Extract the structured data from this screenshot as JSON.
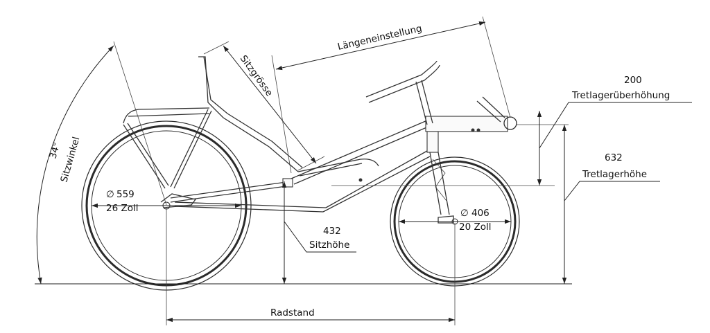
{
  "dimensions": {
    "seat_angle": {
      "value": "34°",
      "label": "Sitzwinkel"
    },
    "seat_size": {
      "label": "Sitzgrösse"
    },
    "length_adjust": {
      "label": "Längeneinstellung"
    },
    "bb_raise": {
      "value": "200",
      "label": "Tretlagerüberhöhung"
    },
    "bb_height": {
      "value": "632",
      "label": "Tretlagerhöhe"
    },
    "seat_height": {
      "value": "432",
      "label": "Sitzhöhe"
    },
    "rear_wheel": {
      "diameter": "559",
      "size": "26 Zoll"
    },
    "front_wheel": {
      "diameter": "406",
      "size": "20 Zoll"
    },
    "wheelbase": {
      "label": "Radstand"
    }
  },
  "colors": {
    "line": "#2b2b2b",
    "background": "#ffffff"
  }
}
